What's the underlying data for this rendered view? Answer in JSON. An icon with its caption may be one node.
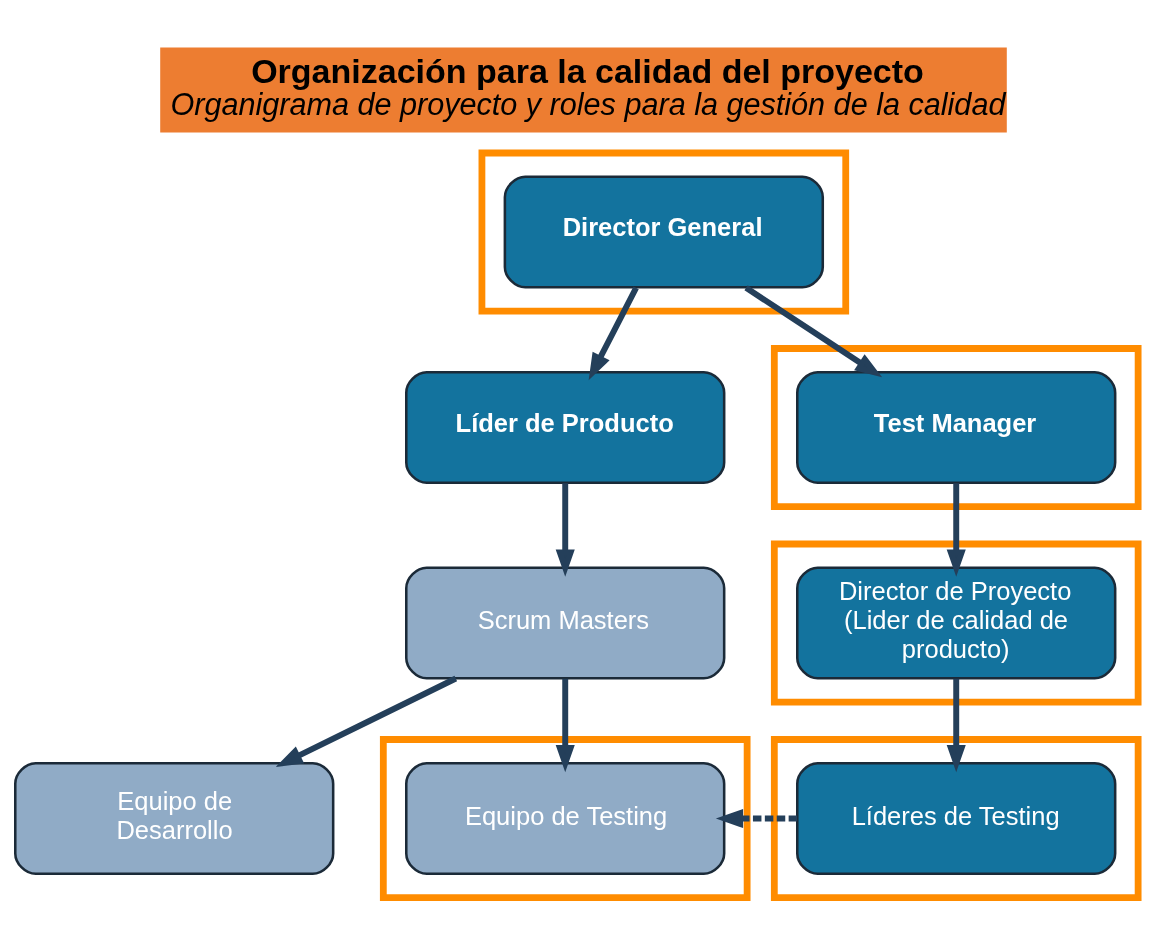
{
  "diagram": {
    "title": "Organización para la calidad del proyecto",
    "caption": "Organigrama de proyecto y roles para la gestión de la calidad",
    "nodes": [
      {
        "text": [],
        "shape": "box"
      },
      {
        "text": [
          "Director General"
        ],
        "in": 0
      },
      {
        "text": [
          "Líder de Producto"
        ]
      },
      {
        "text": [],
        "shape": "box"
      },
      {
        "text": [
          "Test Manager"
        ],
        "in": 3
      },
      {
        "text": [
          "Scrum Masters"
        ]
      },
      {
        "text": [],
        "shape": "box"
      },
      {
        "text": [
          "Director de Proyecto (Lider de calidad de producto)"
        ],
        "in": 6
      },
      {
        "text": [
          "Equipo de Desarrollo"
        ]
      },
      {
        "text": [],
        "shape": "box"
      },
      {
        "text": [
          "Equipo de Testing"
        ],
        "in": 9
      },
      {
        "text": [],
        "shape": "box"
      },
      {
        "text": [
          "Líderes de Testing"
        ],
        "in": 11
      }
    ],
    "edges": [
      {
        "from": 1,
        "to": 2,
        "arrow": "to"
      },
      {
        "from": 1,
        "to": 4,
        "arrow": "to"
      },
      {
        "from": 2,
        "to": 5,
        "arrow": "to"
      },
      {
        "from": 4,
        "to": 7,
        "arrow": "to"
      },
      {
        "from": 5,
        "to": 8,
        "arrow": "to"
      },
      {
        "from": 5,
        "to": 10,
        "arrow": "to"
      },
      {
        "from": 7,
        "to": 12,
        "arrow": "to"
      },
      {
        "from": 12,
        "to": 10,
        "arrow": "to",
        "style": "dashed"
      }
    ]
  }
}
